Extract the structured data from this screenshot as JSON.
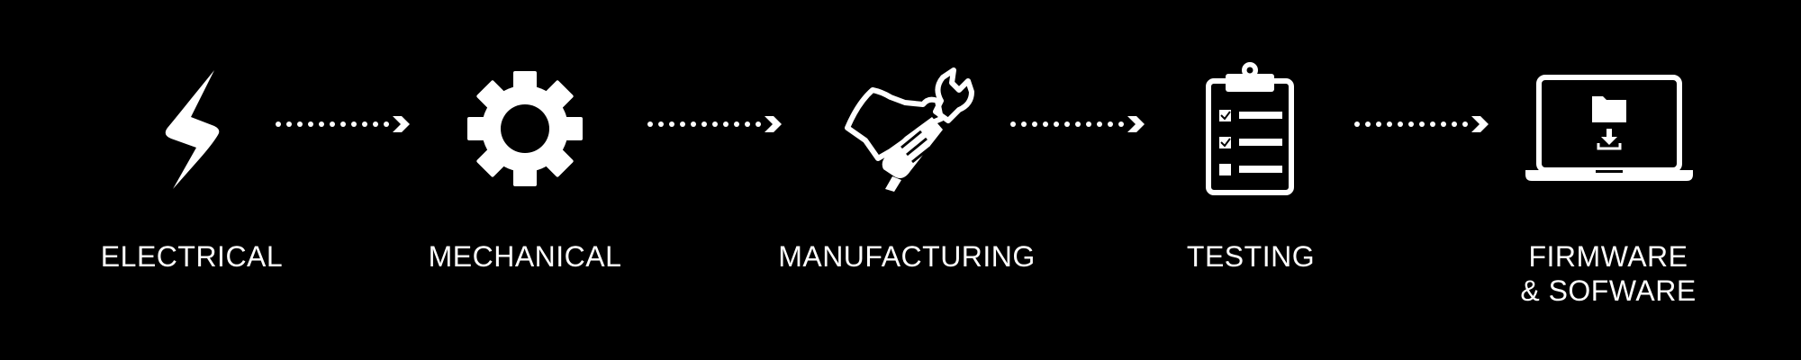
{
  "diagram": {
    "background": "#000000",
    "foreground": "#ffffff",
    "steps": [
      {
        "icon": "lightning-bolt-icon",
        "label": "ELECTRICAL"
      },
      {
        "icon": "gear-icon",
        "label": "MECHANICAL"
      },
      {
        "icon": "hand-wrench-icon",
        "label": "MANUFACTURING"
      },
      {
        "icon": "clipboard-checklist-icon",
        "label": "TESTING"
      },
      {
        "icon": "laptop-download-icon",
        "label_line1": "FIRMWARE",
        "label_line2": "& SOFWARE"
      }
    ],
    "connector_icon": "dotted-arrow-icon"
  }
}
